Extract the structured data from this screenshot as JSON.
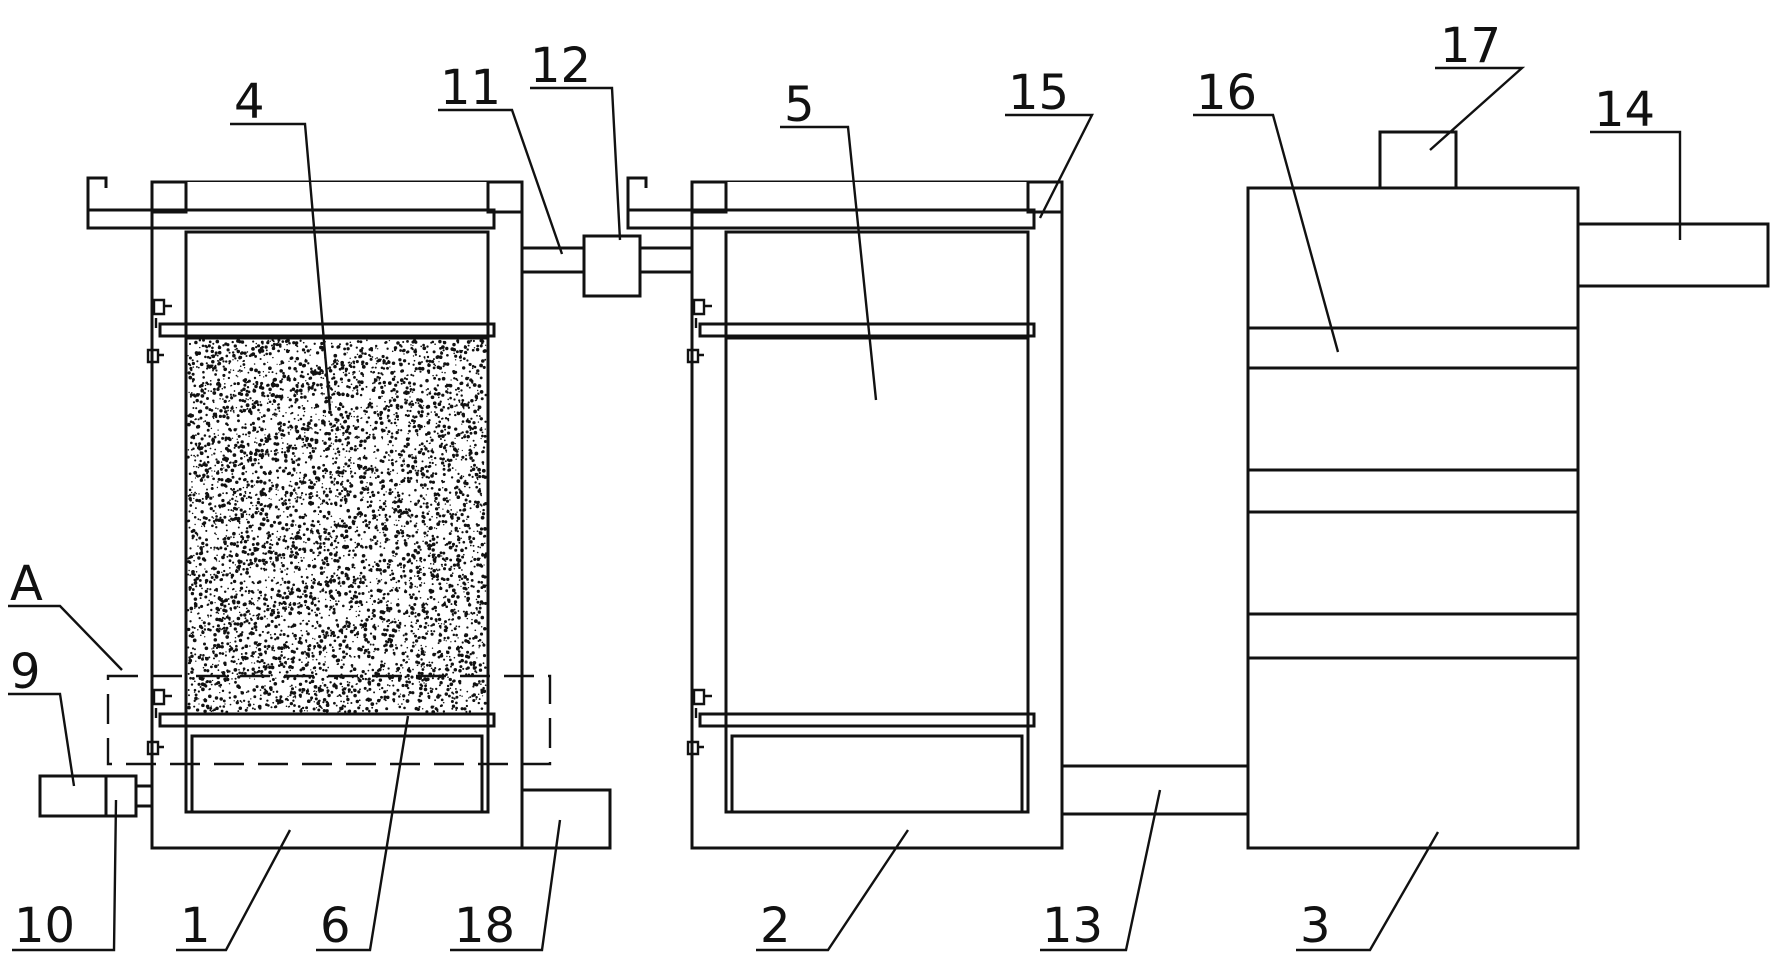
{
  "colors": {
    "line": "#111111",
    "background": "#ffffff"
  },
  "labels": {
    "l1": "1",
    "l2": "2",
    "l3": "3",
    "l4": "4",
    "l5": "5",
    "l6": "6",
    "l9": "9",
    "l10": "10",
    "l11": "11",
    "l12": "12",
    "l13": "13",
    "l14": "14",
    "l15": "15",
    "l16": "16",
    "l17": "17",
    "l18": "18",
    "lA": "A"
  }
}
